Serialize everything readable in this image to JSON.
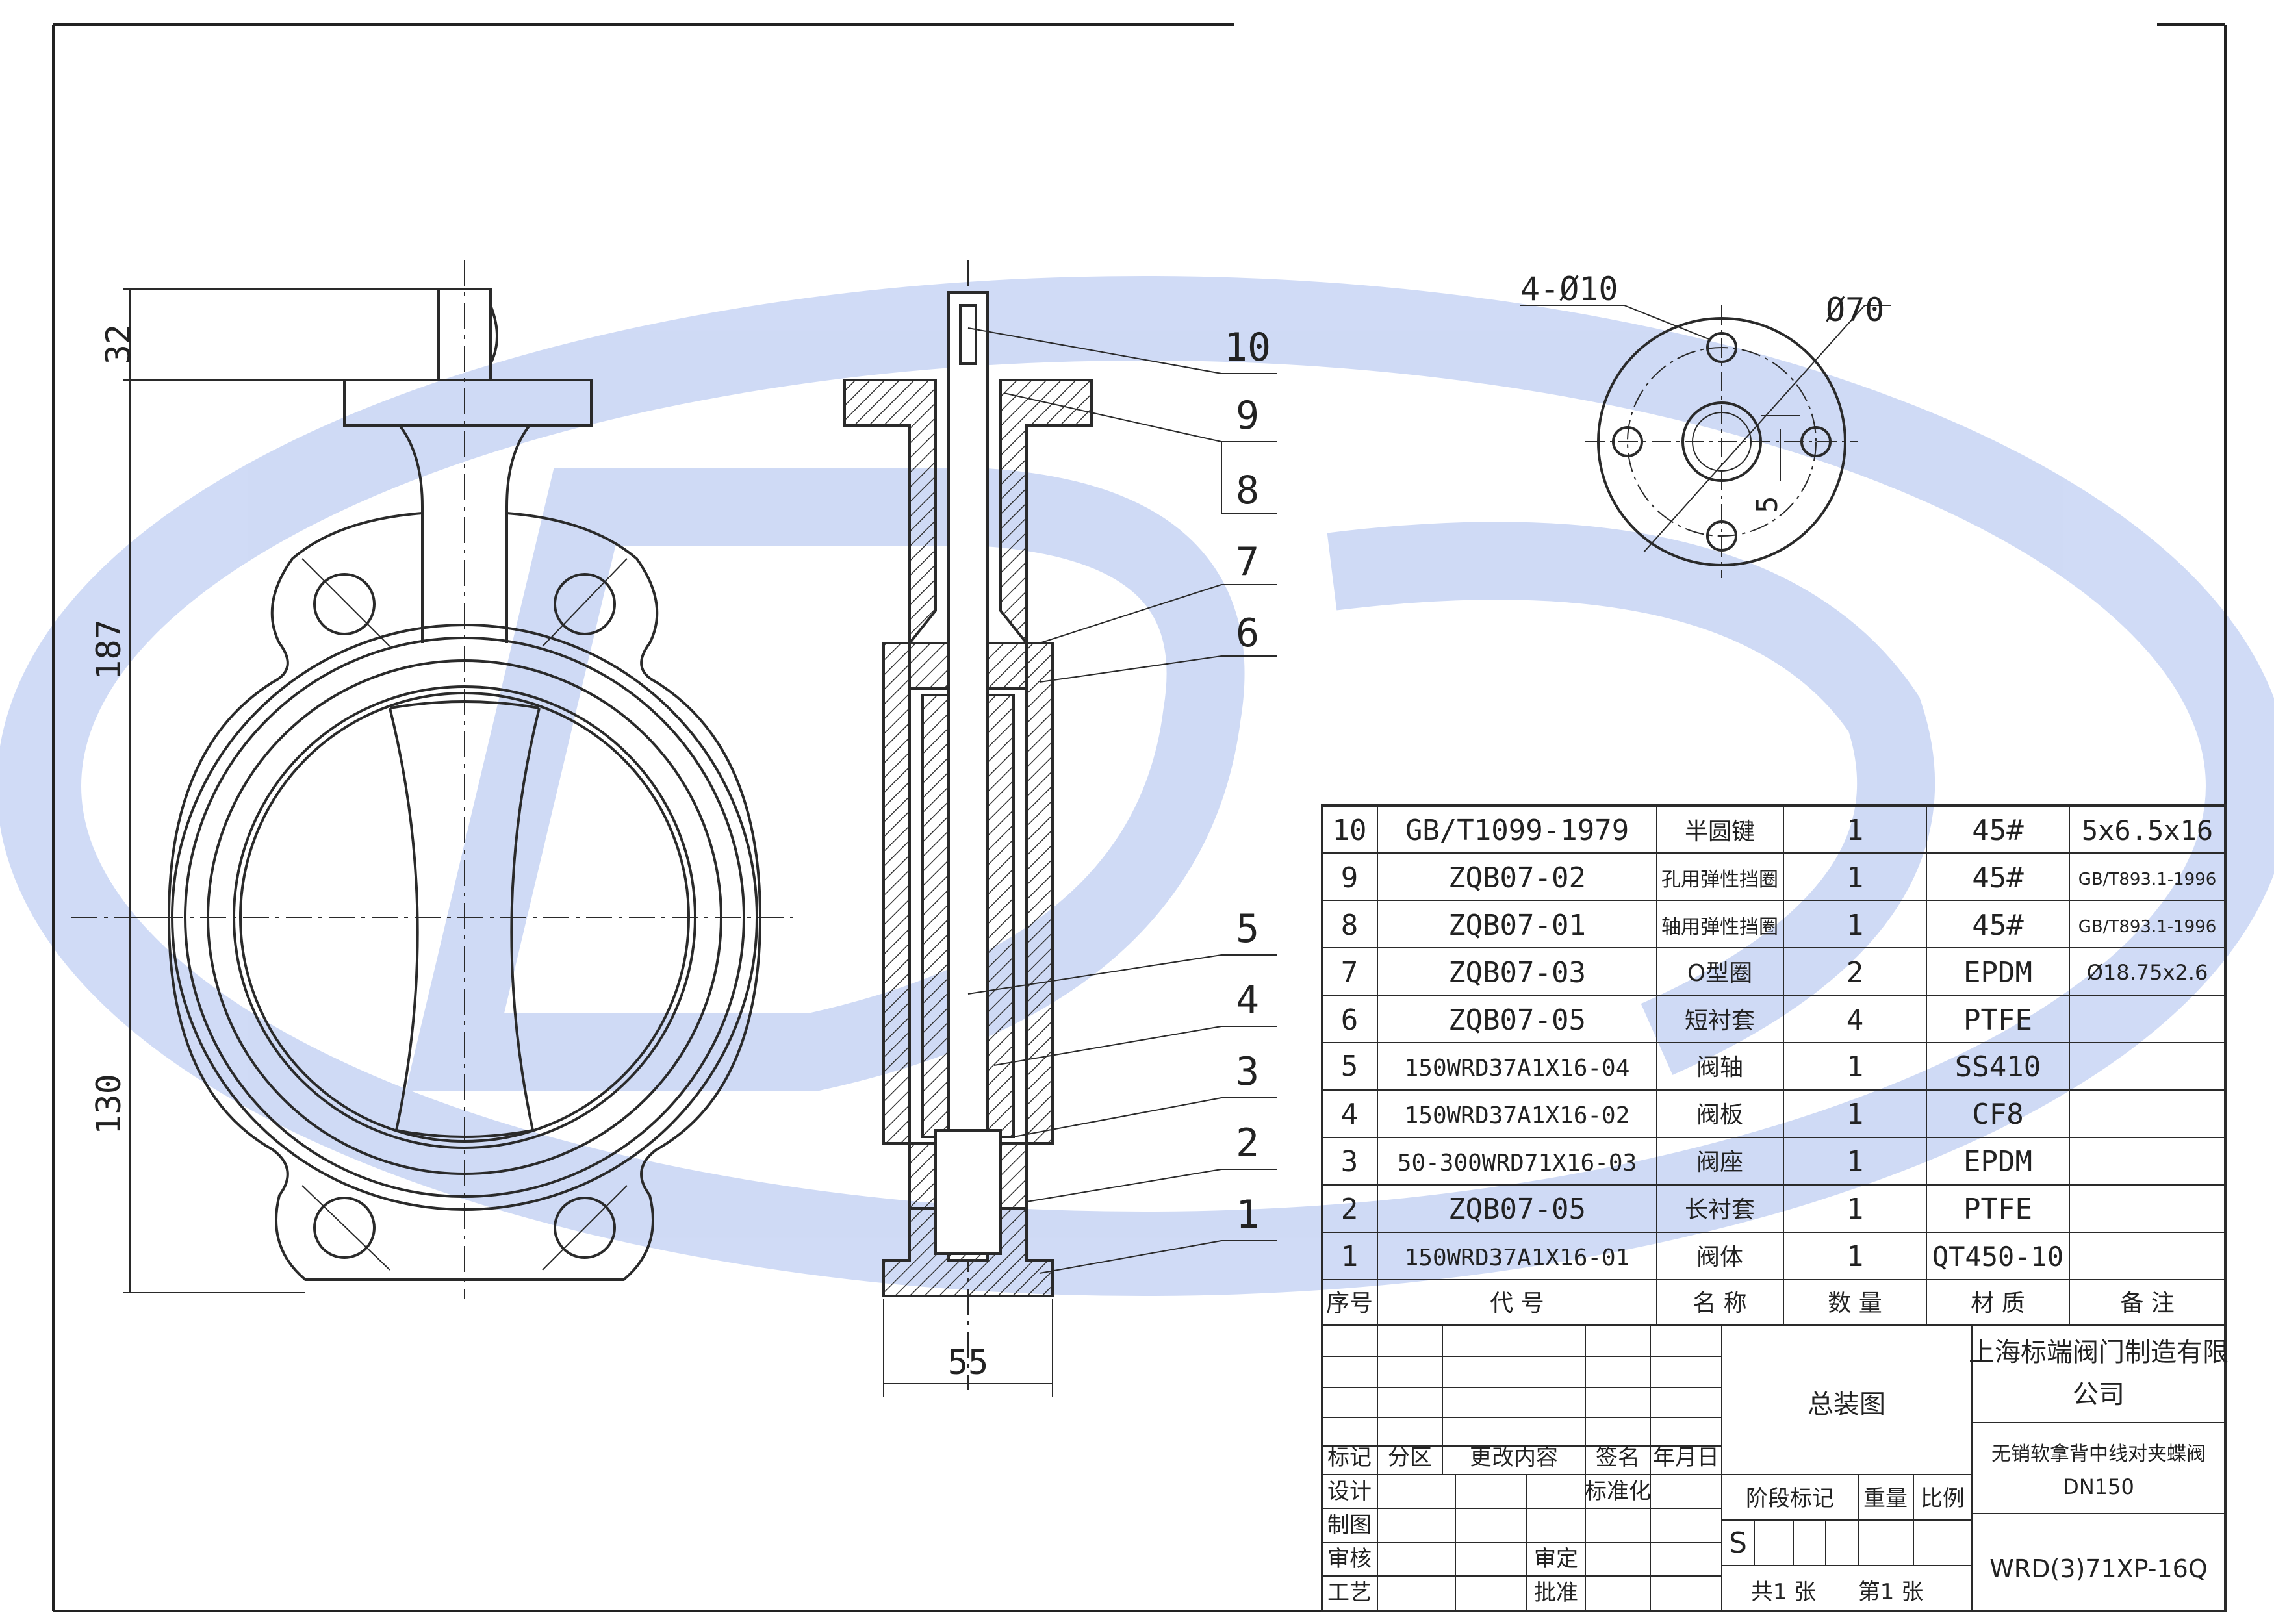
{
  "dimensions": {
    "d32": "32",
    "d187": "187",
    "d130": "130",
    "d55": "55",
    "d5": "5"
  },
  "flange_callouts": {
    "holes": "4-Ø10",
    "pcd": "Ø70"
  },
  "balloons": [
    "10",
    "9",
    "8",
    "7",
    "6",
    "5",
    "4",
    "3",
    "2",
    "1"
  ],
  "bom": {
    "rows": [
      {
        "no": "10",
        "code": "GB/T1099-1979",
        "name": "半圆键",
        "qty": "1",
        "material": "45#",
        "remark": "5x6.5x16"
      },
      {
        "no": "9",
        "code": "ZQB07-02",
        "name": "孔用弹性挡圈",
        "qty": "1",
        "material": "45#",
        "remark": "GB/T893.1-1996"
      },
      {
        "no": "8",
        "code": "ZQB07-01",
        "name": "轴用弹性挡圈",
        "qty": "1",
        "material": "45#",
        "remark": "GB/T893.1-1996"
      },
      {
        "no": "7",
        "code": "ZQB07-03",
        "name": "O型圈",
        "qty": "2",
        "material": "EPDM",
        "remark": "Ø18.75x2.6"
      },
      {
        "no": "6",
        "code": "ZQB07-05",
        "name": "短衬套",
        "qty": "4",
        "material": "PTFE",
        "remark": ""
      },
      {
        "no": "5",
        "code": "150WRD37A1X16-04",
        "name": "阀轴",
        "qty": "1",
        "material": "SS410",
        "remark": ""
      },
      {
        "no": "4",
        "code": "150WRD37A1X16-02",
        "name": "阀板",
        "qty": "1",
        "material": "CF8",
        "remark": ""
      },
      {
        "no": "3",
        "code": "50-300WRD71X16-03",
        "name": "阀座",
        "qty": "1",
        "material": "EPDM",
        "remark": ""
      },
      {
        "no": "2",
        "code": "ZQB07-05",
        "name": "长衬套",
        "qty": "1",
        "material": "PTFE",
        "remark": ""
      },
      {
        "no": "1",
        "code": "150WRD37A1X16-01",
        "name": "阀体",
        "qty": "1",
        "material": "QT450-10",
        "remark": ""
      }
    ],
    "header": {
      "no": "序号",
      "code": "代 号",
      "name": "名 称",
      "qty": "数 量",
      "material": "材 质",
      "remark": "备 注"
    }
  },
  "title_block": {
    "company_line1": "上海标端阀门制造有限",
    "company_line2": "公司",
    "drawing_title": "总装图",
    "product_name": "无销软拿背中线对夹蝶阀",
    "product_size": "DN150",
    "model": "WRD(3)71XP-16Q",
    "revision_labels": {
      "mark": "标记",
      "zone": "分区",
      "content": "更改内容",
      "sign": "签名",
      "date": "年月日"
    },
    "roles": {
      "design": "设计",
      "standard": "标准化",
      "draw": "制图",
      "review": "审核",
      "audit": "审定",
      "process": "工艺",
      "approve": "批准"
    },
    "stage": {
      "stage_mark": "阶段标记",
      "weight": "重量",
      "scale": "比例",
      "stage_value": "S"
    },
    "sheets": {
      "total": "共1 张",
      "current": "第1 张"
    }
  },
  "colors": {
    "line": "#2a2a2a",
    "watermark": "#9fb4e8",
    "title_blue": "#2a4a7a"
  }
}
